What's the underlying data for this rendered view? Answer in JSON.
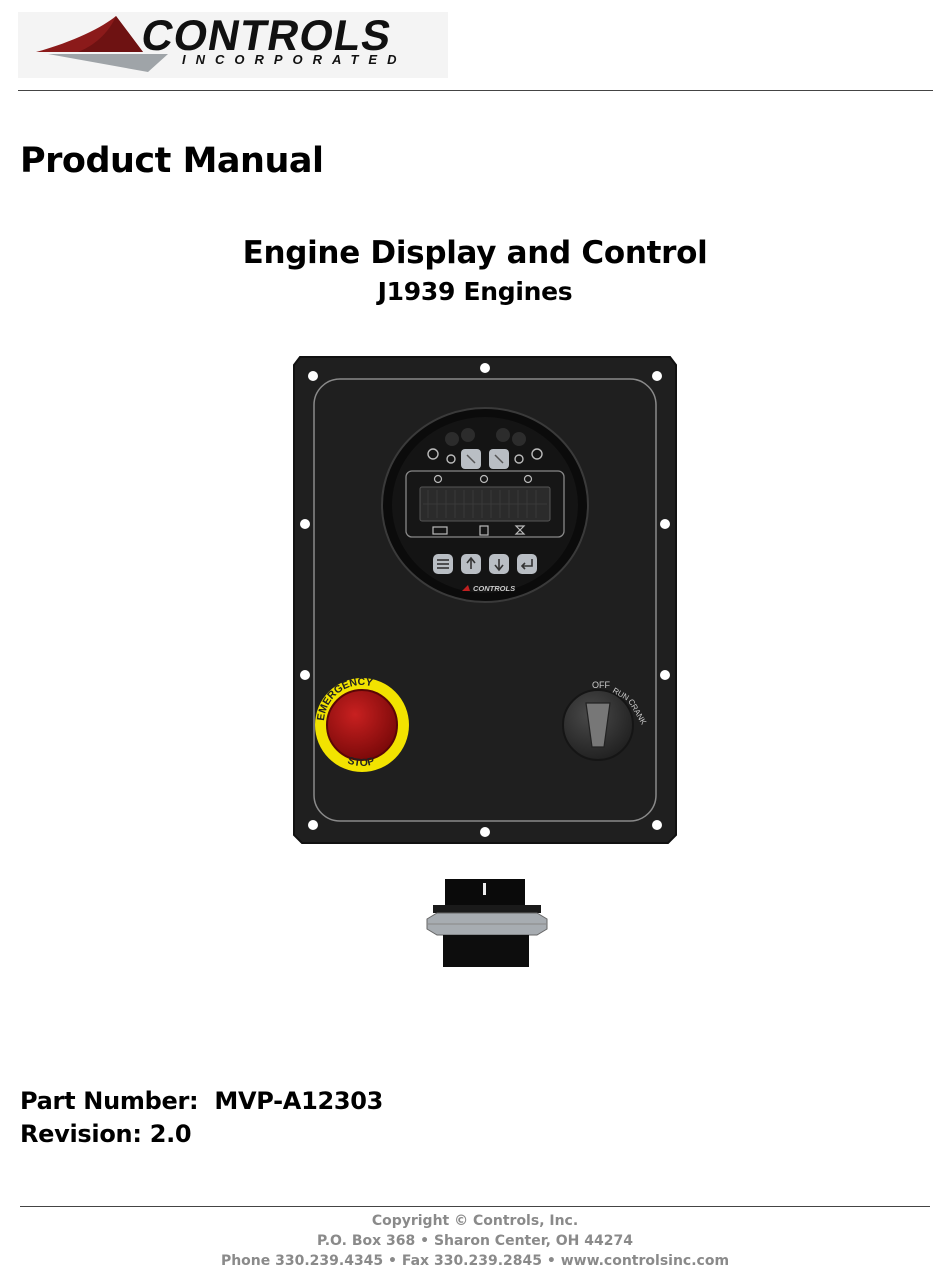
{
  "header": {
    "logo_word": "CONTROLS",
    "logo_sub": "INCORPORATED"
  },
  "doc_type": "Product Manual",
  "title": "Engine Display and Control",
  "subtitle": "J1939 Engines",
  "device": {
    "panel_color": "#1f1f1f",
    "estop_label": "EMERGENCY STOP",
    "key_positions": [
      "OFF",
      "RUN",
      "CRANK"
    ],
    "brand": "CONTROLS",
    "icons": [
      "engine-icon",
      "wait-to-start-icon",
      "stop-engine-icon",
      "warning-icon",
      "oil-icon",
      "coolant-temp-icon",
      "oil-pressure-icon",
      "water-in-fuel-icon",
      "battery-icon",
      "fuel-icon",
      "hourglass-icon"
    ],
    "buttons": [
      "menu-icon",
      "up-arrow-icon",
      "down-arrow-icon",
      "enter-icon"
    ]
  },
  "part_number_label": "Part Number:",
  "part_number": "MVP-A12303",
  "revision_label": "Revision:",
  "revision": "2.0",
  "footer": {
    "line1": "Copyright © Controls, Inc.",
    "line2": "P.O. Box 368 • Sharon Center, OH 44274",
    "line3": "Phone 330.239.4345 • Fax 330.239.2845 • www.controlsinc.com"
  },
  "colors": {
    "logo_red": "#8b1a1a",
    "logo_gray": "#a9a9a9",
    "estop_yellow": "#f2e300",
    "estop_red": "#a50f0f",
    "footer_gray": "#8a8a8a"
  }
}
